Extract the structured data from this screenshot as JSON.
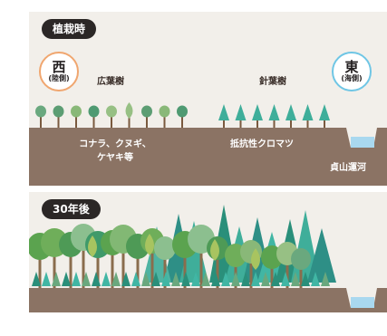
{
  "top_panel": {
    "badge": "植栽時",
    "west": {
      "kanji": "西",
      "sub": "(陸側)"
    },
    "east": {
      "kanji": "東",
      "sub": "(海側)"
    },
    "broadleaf_label": "広葉樹",
    "conifer_label": "針葉樹",
    "broadleaf_species_line1": "コナラ、クヌギ、",
    "broadleaf_species_line2": "ケヤキ等",
    "conifer_species": "抵抗性クロマツ",
    "canal_label": "貞山運河"
  },
  "bottom_panel": {
    "badge": "30年後"
  },
  "colors": {
    "ground": "#8b7364",
    "panel_bg": "#f2efea",
    "water": "#a9d8ef",
    "west_accent": "#f0a66f",
    "east_accent": "#6fc6e5",
    "broadleaf_green": "#6aa87e",
    "conifer_teal": "#3fae9a"
  }
}
